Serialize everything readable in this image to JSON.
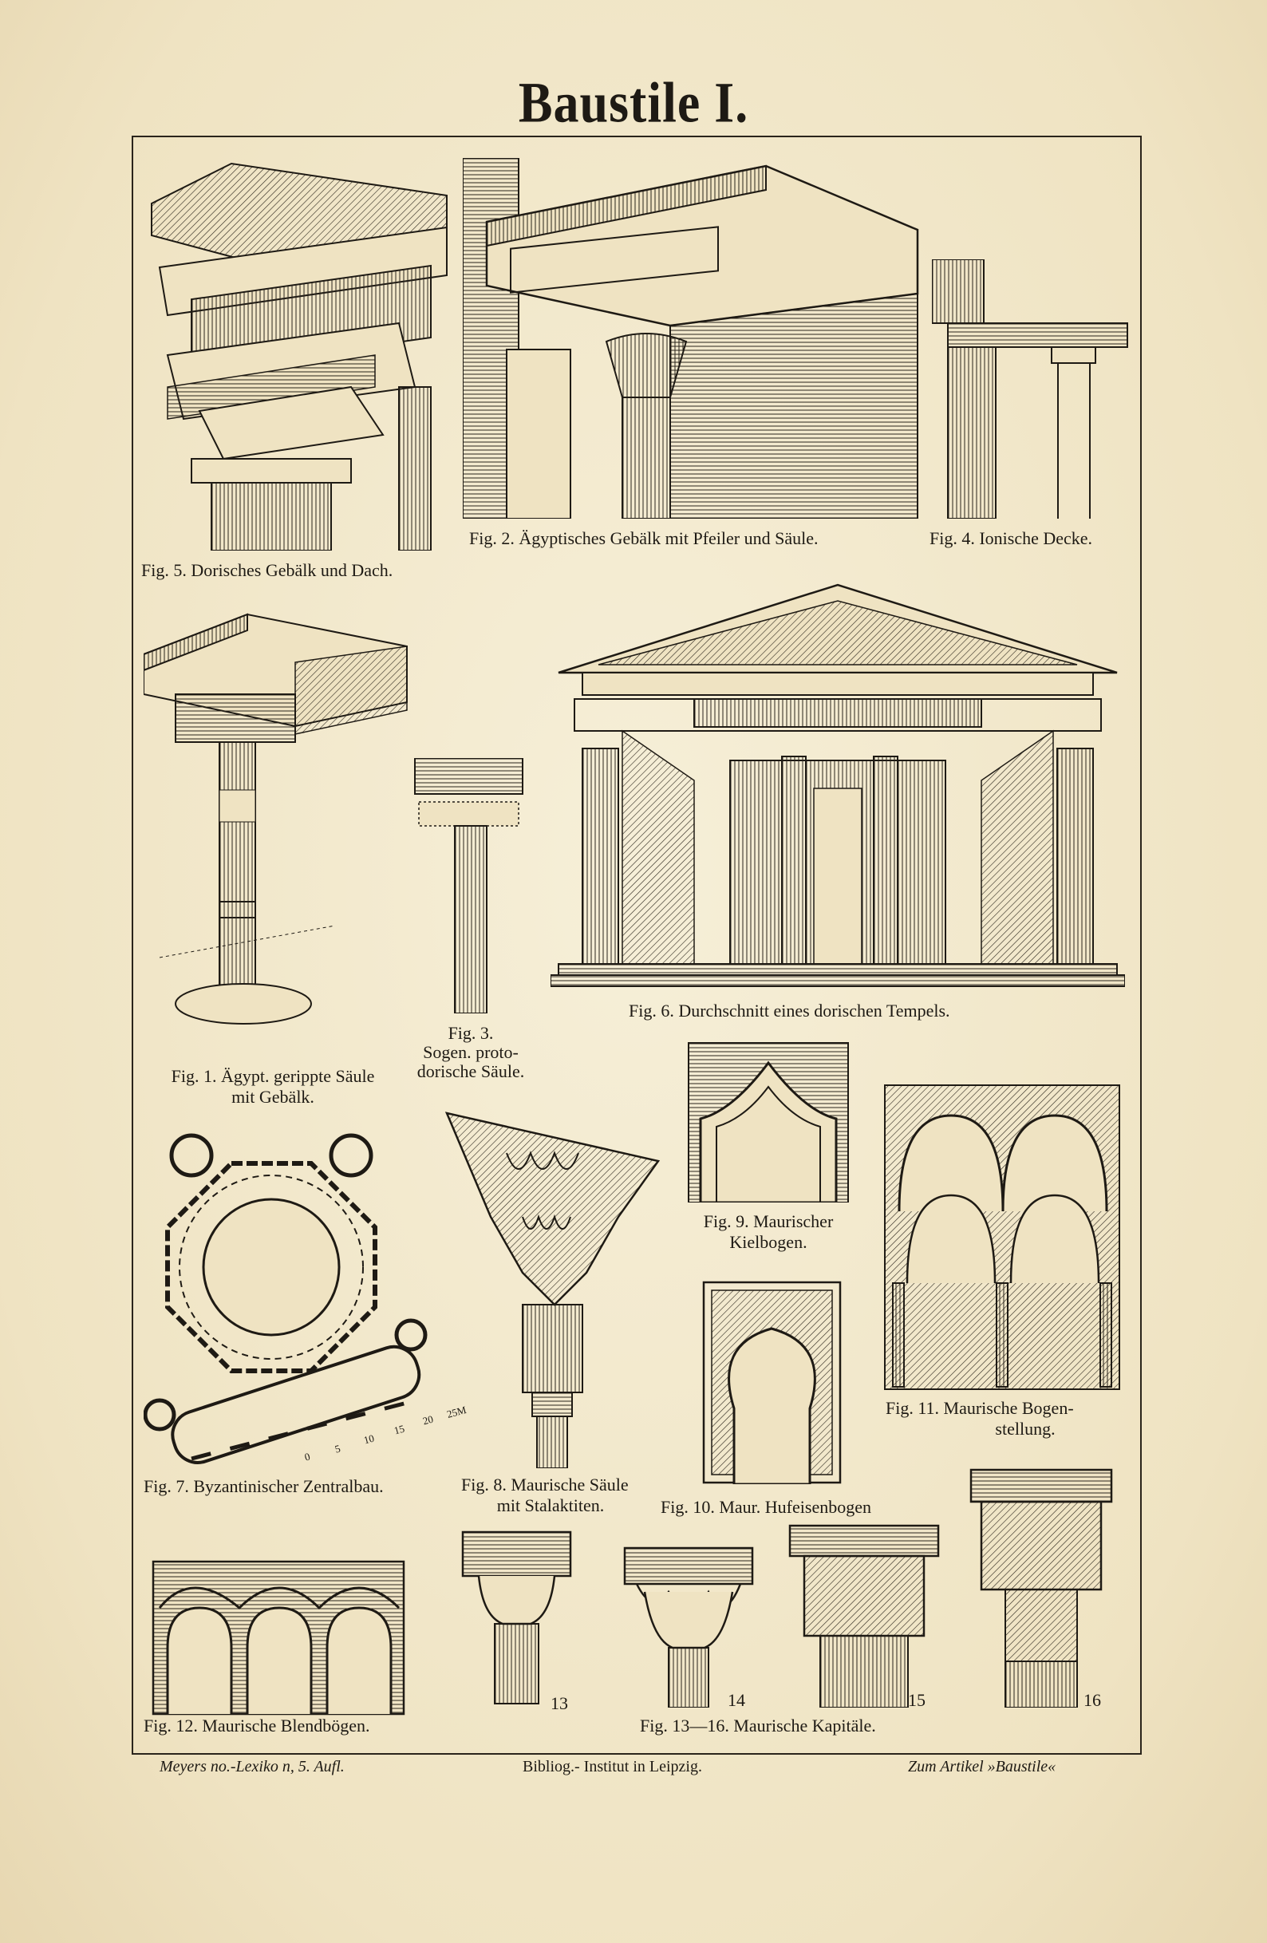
{
  "title": "Baustile I.",
  "captions": {
    "fig5": "Fig. 5.  Dorisches Gebälk und Dach.",
    "fig2": "Fig. 2.  Ägyptisches Gebälk mit Pfeiler und Säule.",
    "fig4": "Fig. 4.  Ionische Decke.",
    "fig1_line1": "Fig. 1.  Ägypt. gerippte Säule",
    "fig1_line2": "mit Gebälk.",
    "fig3_line1": "Fig. 3.",
    "fig3_line2": "Sogen. proto-",
    "fig3_line3": "dorische Säule.",
    "fig6": "Fig. 6.  Durchschnitt eines dorischen Tempels.",
    "fig9_line1": "Fig. 9.  Maurischer",
    "fig9_line2": "Kielbogen.",
    "fig11_line1": "Fig. 11.  Maurische Bogen-",
    "fig11_line2": "stellung.",
    "fig7": "Fig. 7.  Byzantinischer Zentralbau.",
    "fig8_line1": "Fig. 8.  Maurische Säule",
    "fig8_line2": "mit Stalaktiten.",
    "fig10": "Fig. 10.  Maur. Hufeisenbogen",
    "fig12": "Fig. 12.  Maurische Blendbögen.",
    "fig13_16": "Fig. 13—16.  Maurische Kapitäle."
  },
  "capital_numbers": [
    "13",
    "14",
    "15",
    "16"
  ],
  "scale_marks": [
    "0",
    "5",
    "10",
    "15",
    "20",
    "25M"
  ],
  "footer": {
    "left": "Meyers    no.-Lexiko n,  5. Aufl.",
    "center": "Bibliog.- Institut in Leipzig.",
    "right": "Zum Artikel »Baustile«"
  }
}
